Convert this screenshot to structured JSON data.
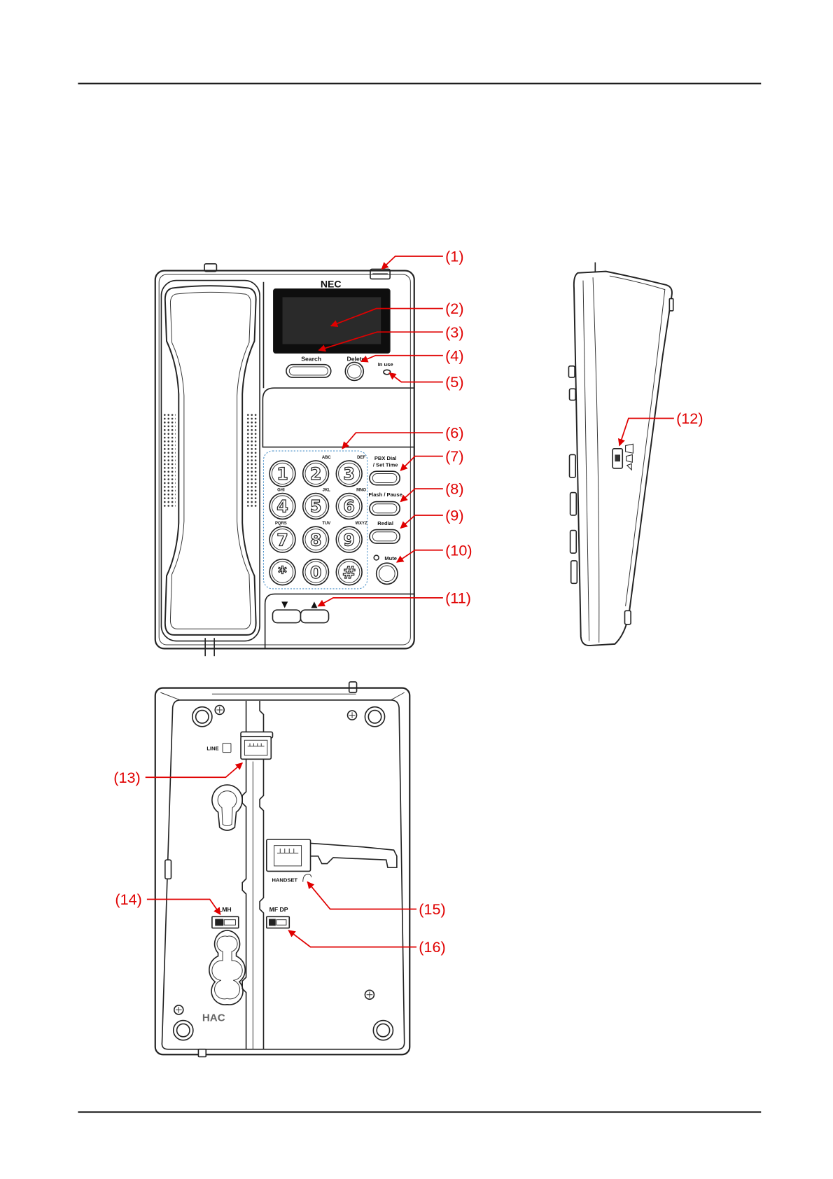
{
  "callouts": [
    "(1)",
    "(2)",
    "(3)",
    "(4)",
    "(5)",
    "(6)",
    "(7)",
    "(8)",
    "(9)",
    "(10)",
    "(11)",
    "(12)",
    "(13)",
    "(14)",
    "(15)",
    "(16)"
  ],
  "front": {
    "brand": "NEC",
    "search": "Search",
    "delete": "Delete",
    "in_use": "In use",
    "pbx_dial": "PBX Dial",
    "set_time": "/ Set Time",
    "flash_pause": "Flash / Pause",
    "redial": "Redial",
    "mute": "Mute",
    "nav_down": "▼",
    "nav_up": "▲",
    "keys": [
      {
        "digit": "1",
        "letters": ""
      },
      {
        "digit": "2",
        "letters": "ABC"
      },
      {
        "digit": "3",
        "letters": "DEF"
      },
      {
        "digit": "4",
        "letters": "GHI"
      },
      {
        "digit": "5",
        "letters": "JKL"
      },
      {
        "digit": "6",
        "letters": "MNO"
      },
      {
        "digit": "7",
        "letters": "PQRS"
      },
      {
        "digit": "8",
        "letters": "TUV"
      },
      {
        "digit": "9",
        "letters": "WXYZ"
      },
      {
        "digit": "*",
        "letters": ""
      },
      {
        "digit": "0",
        "letters": ""
      },
      {
        "digit": "#",
        "letters": ""
      }
    ]
  },
  "back": {
    "line": "LINE",
    "handset": "HANDSET",
    "lmh": "LMH",
    "mf_dp": "MF DP",
    "hac": "HAC"
  },
  "colors": {
    "callout": "#e00000",
    "outline": "#222222",
    "keypad_border": "#4a90c8"
  }
}
